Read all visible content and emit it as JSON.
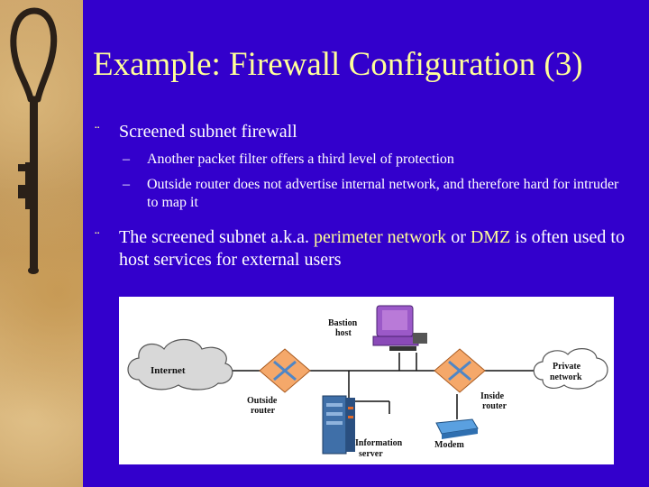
{
  "slide": {
    "title": "Example: Firewall Configuration (3)",
    "bullets": [
      {
        "text": "Screened subnet firewall",
        "subs": [
          "Another packet filter offers a third level of protection",
          "Outside router does not advertise internal network, and therefore hard for intruder to map it"
        ]
      },
      {
        "text_before": "The screened subnet a.k.a. ",
        "highlight1": "perimeter network",
        "text_middle": " or ",
        "highlight2": "DMZ",
        "text_after": " is often used to host services for external users"
      }
    ],
    "bullet_glyph": "¨",
    "dash_glyph": "–"
  },
  "diagram": {
    "labels": {
      "internet": "Internet",
      "bastion_line1": "Bastion",
      "bastion_line2": "host",
      "private_line1": "Private",
      "private_line2": "network",
      "outside_line1": "Outside",
      "outside_line2": "router",
      "inside_line1": "Inside",
      "inside_line2": "router",
      "info_line1": "Information",
      "info_line2": "server",
      "modem": "Modem"
    }
  },
  "colors": {
    "background": "#3300cc",
    "title": "#ffff99",
    "highlight": "#ffff99",
    "router": "#f5a86a",
    "bastion": "#9b59c8"
  }
}
